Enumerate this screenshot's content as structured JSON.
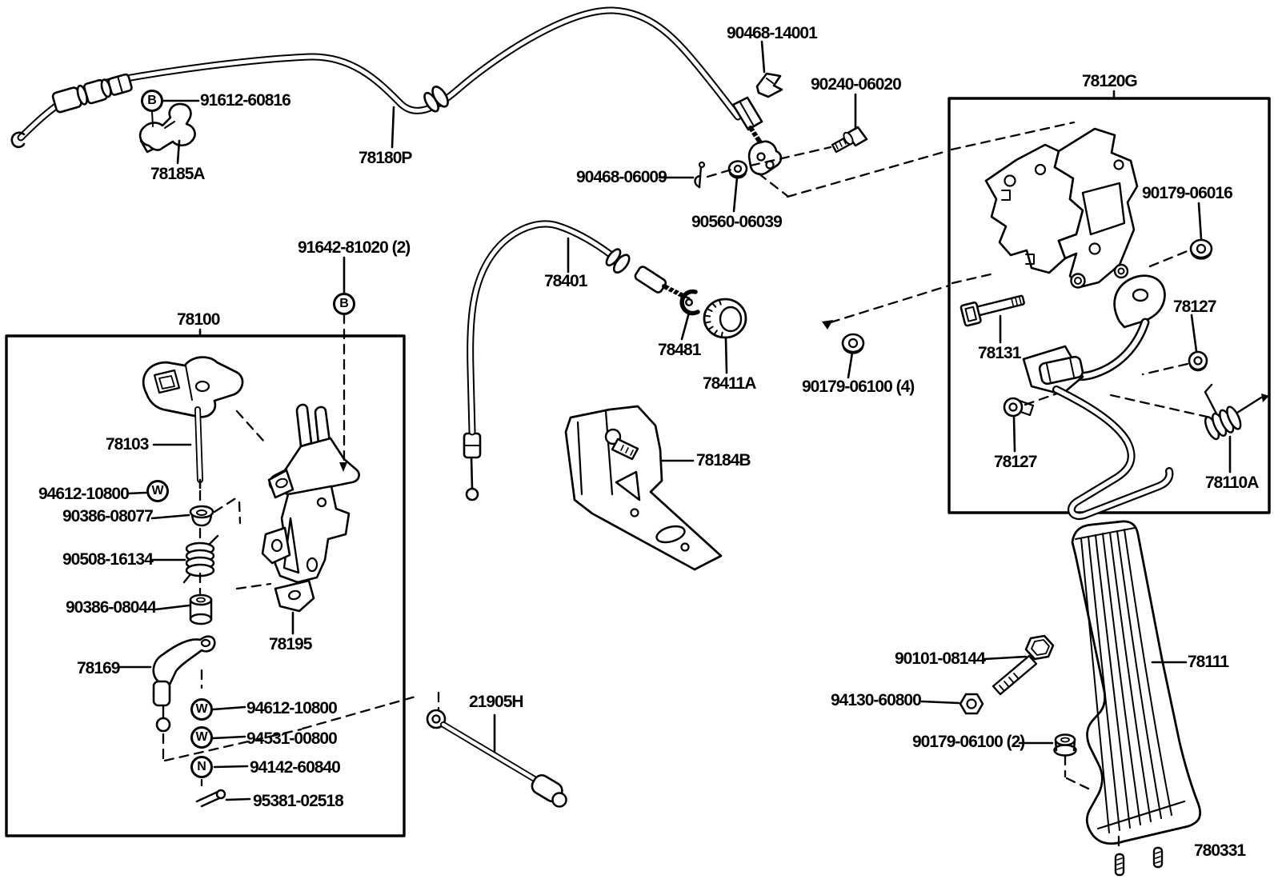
{
  "colors": {
    "background": "#ffffff",
    "line": "#000000"
  },
  "labels": [
    {
      "id": "clip-upper",
      "text": "90468-14001"
    },
    {
      "id": "bolt-upper",
      "text": "90240-06020"
    },
    {
      "id": "group-pedal-bracket",
      "text": "78120G"
    },
    {
      "id": "clip-b",
      "text": "91612-60816"
    },
    {
      "id": "cable-clamp",
      "text": "78185A"
    },
    {
      "id": "accelerator-cable",
      "text": "78180P"
    },
    {
      "id": "pin-small",
      "text": "90468-06009"
    },
    {
      "id": "nut-cable-end",
      "text": "90560-06039"
    },
    {
      "id": "nut-bracket",
      "text": "90179-06016"
    },
    {
      "id": "bolt-b2",
      "text": "91642-81020 (2)"
    },
    {
      "id": "group-link-assy",
      "text": "78100"
    },
    {
      "id": "throttle-cable",
      "text": "78401"
    },
    {
      "id": "clip-throttle",
      "text": "78481"
    },
    {
      "id": "knob",
      "text": "78411A"
    },
    {
      "id": "nut-4x",
      "text": "90179-06100 (4)"
    },
    {
      "id": "bolt-pedal-bracket",
      "text": "78131"
    },
    {
      "id": "nut-78127-upper",
      "text": "78127"
    },
    {
      "id": "bolt-78127-lower",
      "text": "78127"
    },
    {
      "id": "pedal-spring",
      "text": "78110A"
    },
    {
      "id": "link-shaft",
      "text": "78103"
    },
    {
      "id": "washer-upper",
      "text": "94612-10800"
    },
    {
      "id": "collar-upper",
      "text": "90386-08077"
    },
    {
      "id": "spring-compression",
      "text": "90508-16134"
    },
    {
      "id": "collar-lower",
      "text": "90386-08044"
    },
    {
      "id": "link-arm",
      "text": "78169"
    },
    {
      "id": "link-bracket",
      "text": "78195"
    },
    {
      "id": "washer-mid",
      "text": "94612-10800"
    },
    {
      "id": "washer-lower",
      "text": "94531-00800"
    },
    {
      "id": "nut-castle",
      "text": "94142-60840"
    },
    {
      "id": "cotter-pin",
      "text": "95381-02518"
    },
    {
      "id": "link-rod",
      "text": "21905H"
    },
    {
      "id": "cable-bracket",
      "text": "78184B"
    },
    {
      "id": "pedal-bolt",
      "text": "90101-08144"
    },
    {
      "id": "pedal-nut-hex",
      "text": "94130-60800"
    },
    {
      "id": "nut-2x",
      "text": "90179-06100 (2)"
    },
    {
      "id": "accelerator-pedal",
      "text": "78111"
    },
    {
      "id": "figure-number",
      "text": "780331"
    }
  ],
  "markers": [
    {
      "letter": "B"
    },
    {
      "letter": "B"
    },
    {
      "letter": "W"
    },
    {
      "letter": "W"
    },
    {
      "letter": "W"
    },
    {
      "letter": "N"
    }
  ]
}
